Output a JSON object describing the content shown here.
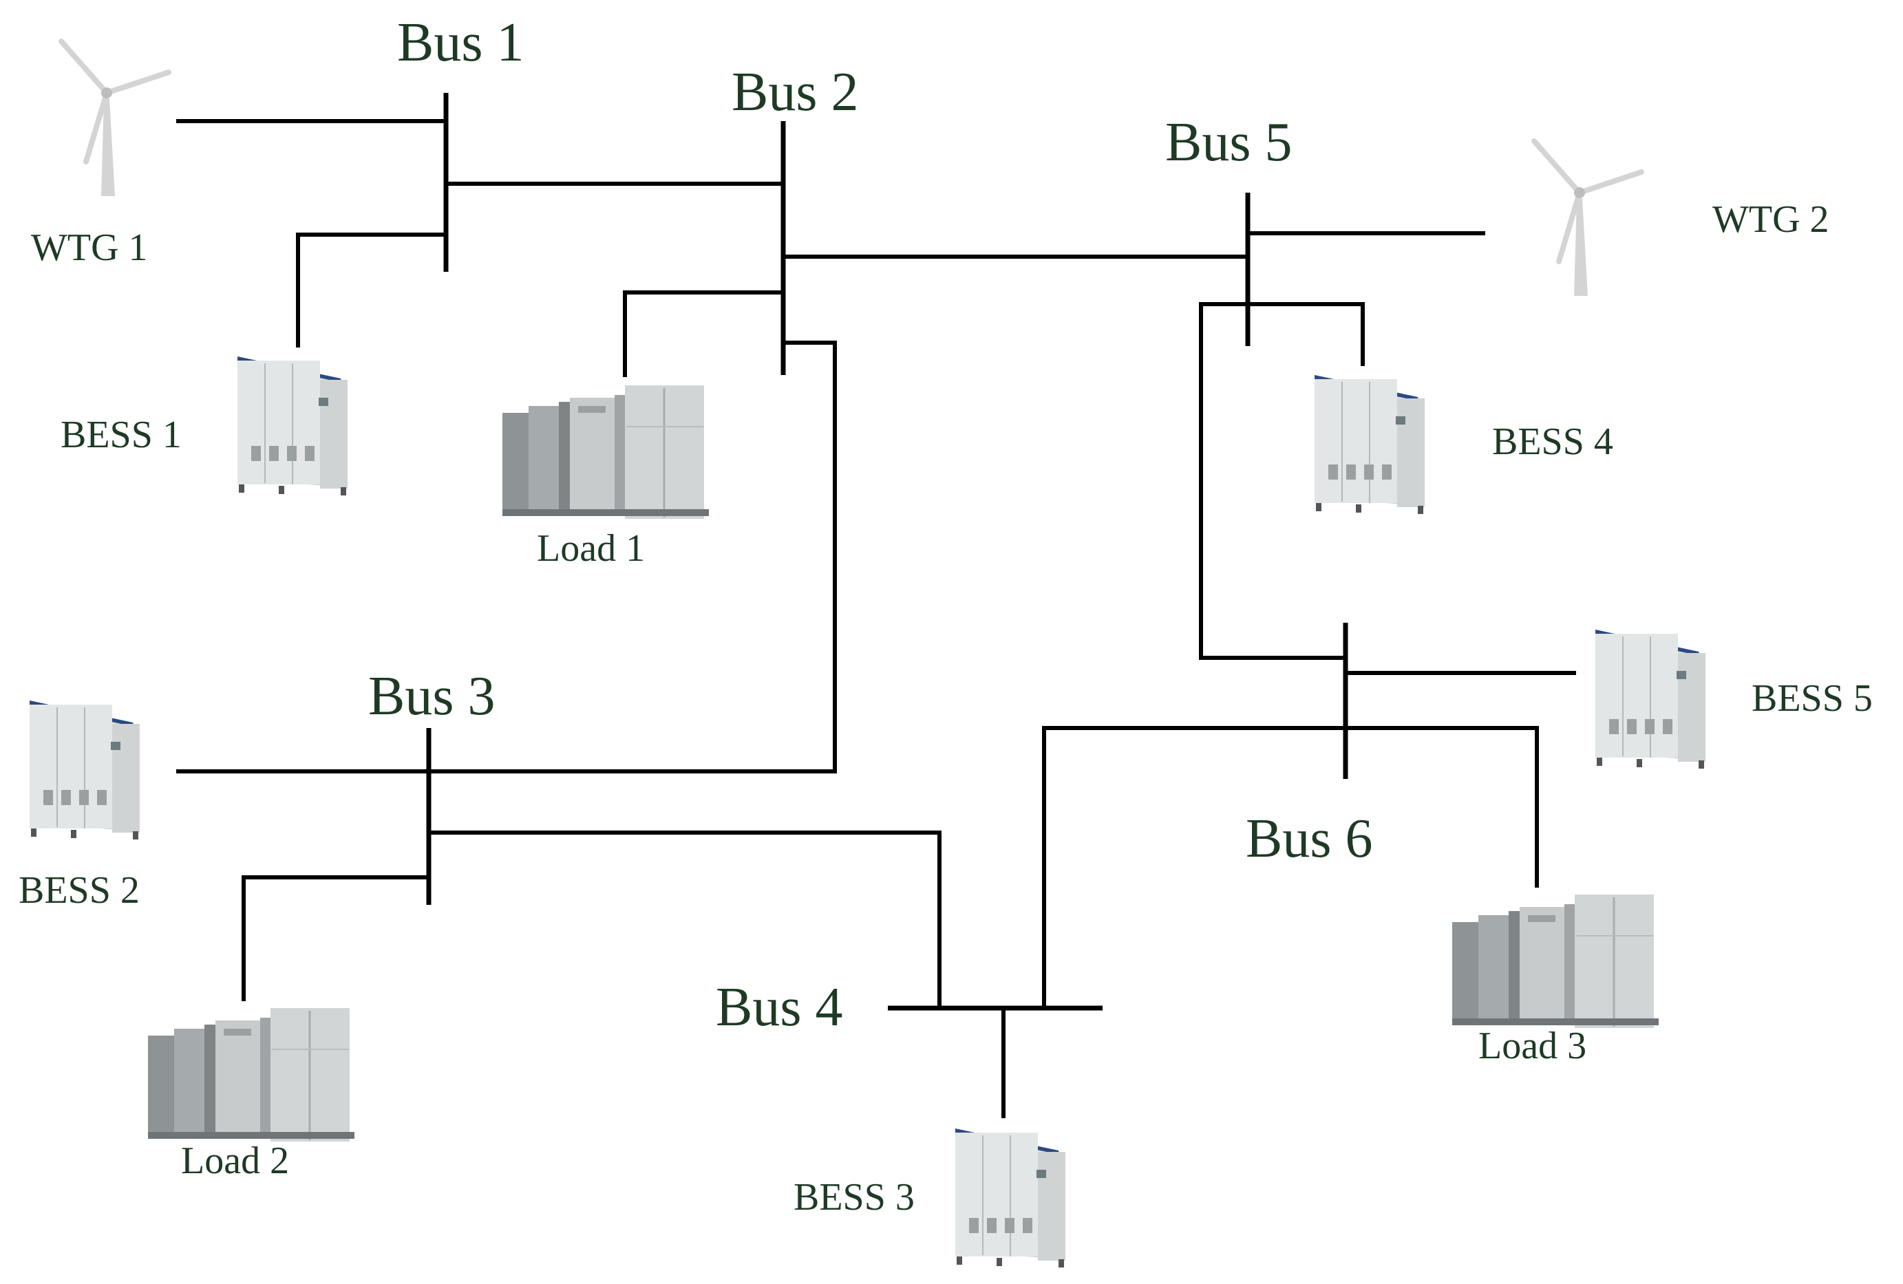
{
  "buses": [
    {
      "id": "bus1",
      "label": "Bus 1"
    },
    {
      "id": "bus2",
      "label": "Bus 2"
    },
    {
      "id": "bus3",
      "label": "Bus 3"
    },
    {
      "id": "bus4",
      "label": "Bus 4"
    },
    {
      "id": "bus5",
      "label": "Bus 5"
    },
    {
      "id": "bus6",
      "label": "Bus 6"
    }
  ],
  "devices": {
    "wtg1": "WTG 1",
    "wtg2": "WTG 2",
    "bess1": "BESS 1",
    "bess2": "BESS 2",
    "bess3": "BESS 3",
    "bess4": "BESS 4",
    "bess5": "BESS 5",
    "load1": "Load 1",
    "load2": "Load 2",
    "load3": "Load 3"
  },
  "colors": {
    "label_text": "#1e3a24",
    "line": "#000000",
    "cabinet_body": "#e3e6e6",
    "cabinet_top": "#2c4a82",
    "load_cabinet_dark": "#8e9396",
    "turbine": "#d8d8d8"
  },
  "icons": {
    "wind_turbine": "wind-turbine-icon",
    "bess": "battery-cabinet-icon",
    "load": "load-cabinet-icon"
  }
}
